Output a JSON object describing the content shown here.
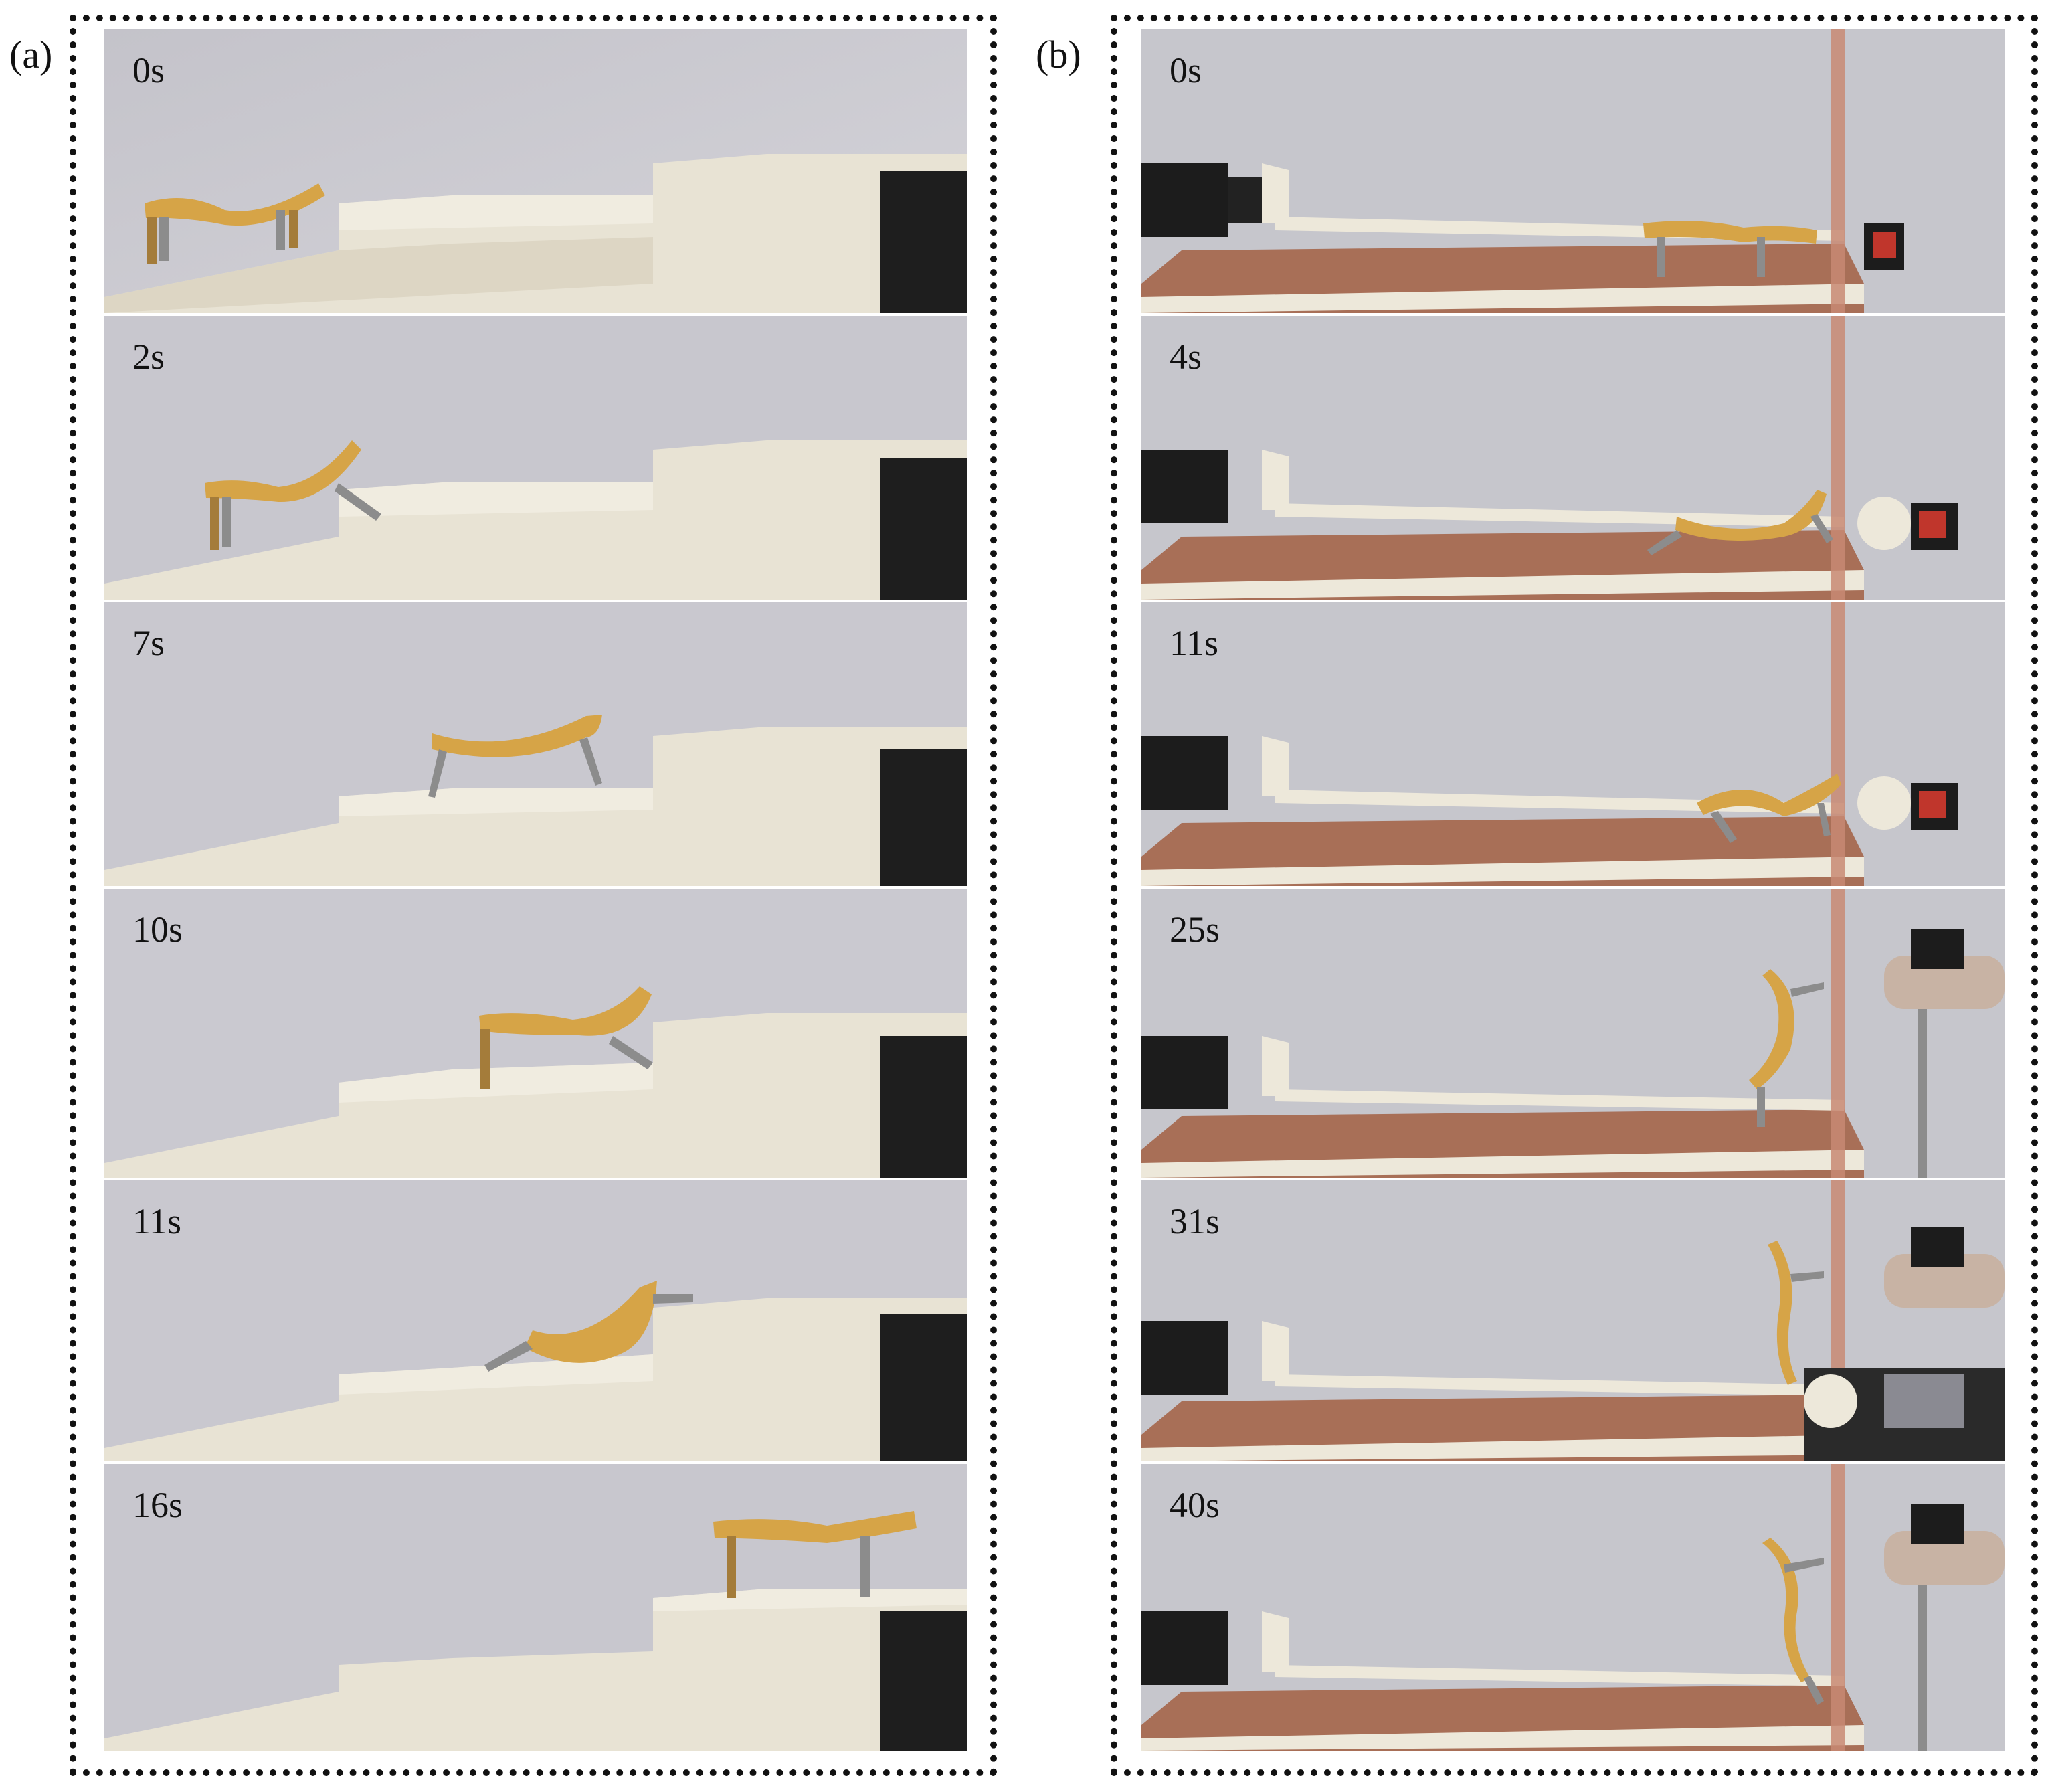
{
  "panels": {
    "a": {
      "label": "(a)",
      "frames": [
        "0s",
        "2s",
        "7s",
        "10s",
        "11s",
        "16s"
      ]
    },
    "b": {
      "label": "(b)",
      "frames": [
        "0s",
        "4s",
        "11s",
        "25s",
        "31s",
        "40s"
      ]
    }
  },
  "colors": {
    "wall": "#c9c8cf",
    "step": "#e9e4d6",
    "robot": "#d9a94e",
    "base_board": "#a8715a",
    "frame_border": "#111111"
  }
}
